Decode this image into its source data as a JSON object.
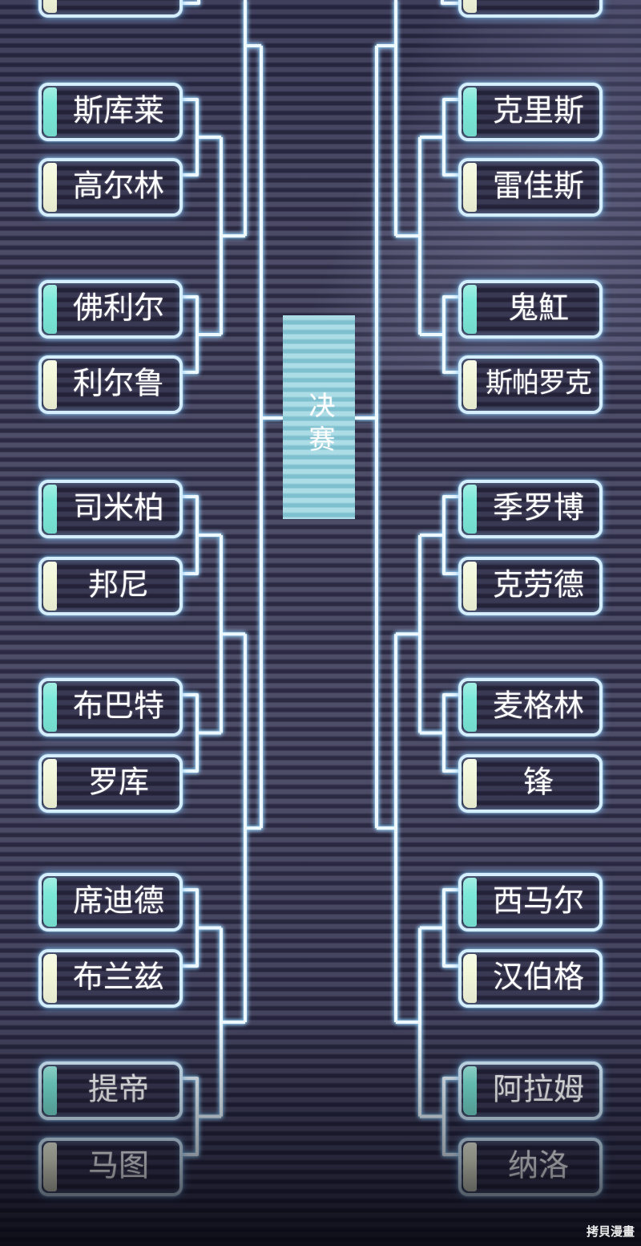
{
  "final_box": {
    "label": "决赛"
  },
  "watermark": {
    "text": "拷貝漫畫"
  },
  "left_column": {
    "players": [
      {
        "name": "",
        "bar": "cream",
        "partial": true
      },
      {
        "name": "斯库莱",
        "bar": "teal"
      },
      {
        "name": "高尔林",
        "bar": "cream"
      },
      {
        "name": "佛利尔",
        "bar": "teal"
      },
      {
        "name": "利尔鲁",
        "bar": "cream"
      },
      {
        "name": "司米柏",
        "bar": "teal"
      },
      {
        "name": "邦尼",
        "bar": "cream"
      },
      {
        "name": "布巴特",
        "bar": "teal"
      },
      {
        "name": "罗库",
        "bar": "cream"
      },
      {
        "name": "席迪德",
        "bar": "teal"
      },
      {
        "name": "布兰兹",
        "bar": "cream"
      },
      {
        "name": "提帝",
        "bar": "teal"
      },
      {
        "name": "马图",
        "bar": "cream"
      }
    ]
  },
  "right_column": {
    "players": [
      {
        "name": "",
        "bar": "cream",
        "partial": true
      },
      {
        "name": "克里斯",
        "bar": "teal"
      },
      {
        "name": "雷佳斯",
        "bar": "cream"
      },
      {
        "name": "鬼魟",
        "bar": "teal"
      },
      {
        "name": "斯帕罗克",
        "bar": "cream"
      },
      {
        "name": "季罗博",
        "bar": "teal"
      },
      {
        "name": "克劳德",
        "bar": "cream"
      },
      {
        "name": "麦格林",
        "bar": "teal"
      },
      {
        "name": "锋",
        "bar": "cream"
      },
      {
        "name": "西马尔",
        "bar": "teal"
      },
      {
        "name": "汉伯格",
        "bar": "cream"
      },
      {
        "name": "阿拉姆",
        "bar": "teal"
      },
      {
        "name": "纳洛",
        "bar": "cream"
      }
    ]
  },
  "colors": {
    "accent_teal": "#7be8d8",
    "accent_cream": "#f3f7da",
    "line": "#edf8ff",
    "final_fill": "#8ccfdd"
  }
}
